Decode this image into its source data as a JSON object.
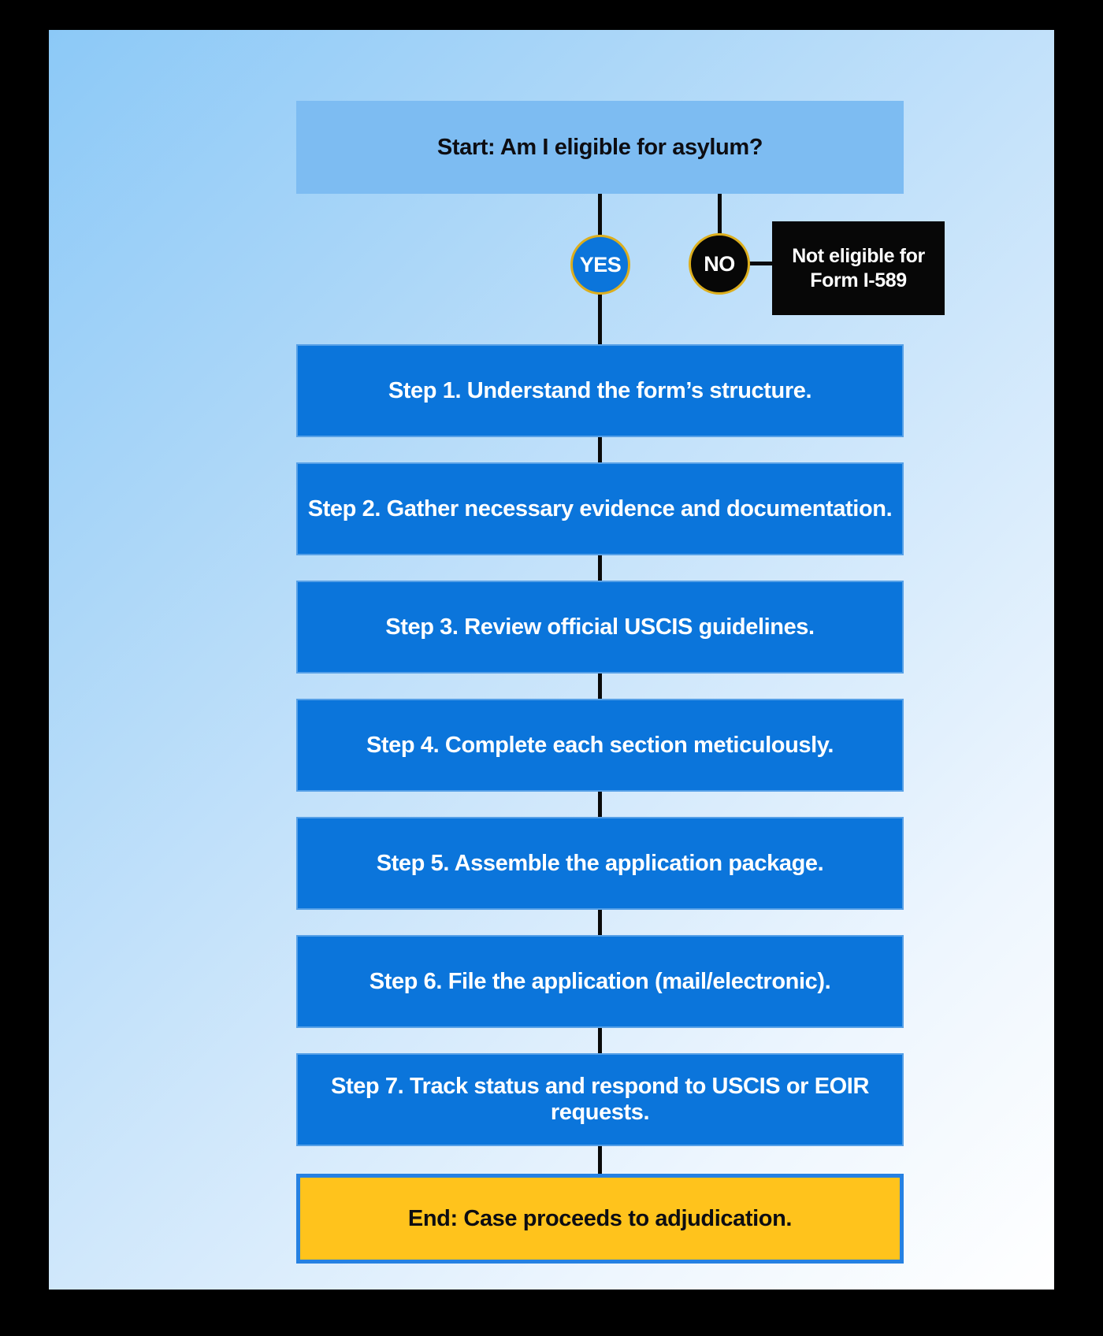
{
  "palette": {
    "frame": "#000000",
    "page_gradient_start": "#8cc9f7",
    "page_gradient_end": "#ffffff",
    "start_box_blue": "#7dbcf2",
    "step_box_blue": "#0b75db",
    "end_box_yellow": "#ffc31c",
    "end_box_border_blue": "#2681e2",
    "badge_ring_gold": "#dcae1d",
    "black_node": "#070707",
    "connector_black": "#0a0a0a",
    "text_dark": "#0d0d12",
    "text_light": "#ffffff"
  },
  "flowchart": {
    "start": {
      "label": "Start: Am I eligible for asylum?"
    },
    "branches": {
      "yes": "YES",
      "no": "NO"
    },
    "not_eligible": {
      "label": "Not eligible for Form I-589"
    },
    "steps": [
      {
        "label": "Step 1. Understand the form’s structure."
      },
      {
        "label": "Step 2. Gather necessary evidence and documentation."
      },
      {
        "label": "Step 3. Review official USCIS guidelines."
      },
      {
        "label": "Step 4. Complete each section meticulously."
      },
      {
        "label": "Step 5. Assemble the application package."
      },
      {
        "label": "Step 6. File the application (mail/electronic)."
      },
      {
        "label": "Step 7. Track status and respond to USCIS or EOIR requests."
      }
    ],
    "end": {
      "label": "End: Case proceeds to adjudication."
    }
  }
}
